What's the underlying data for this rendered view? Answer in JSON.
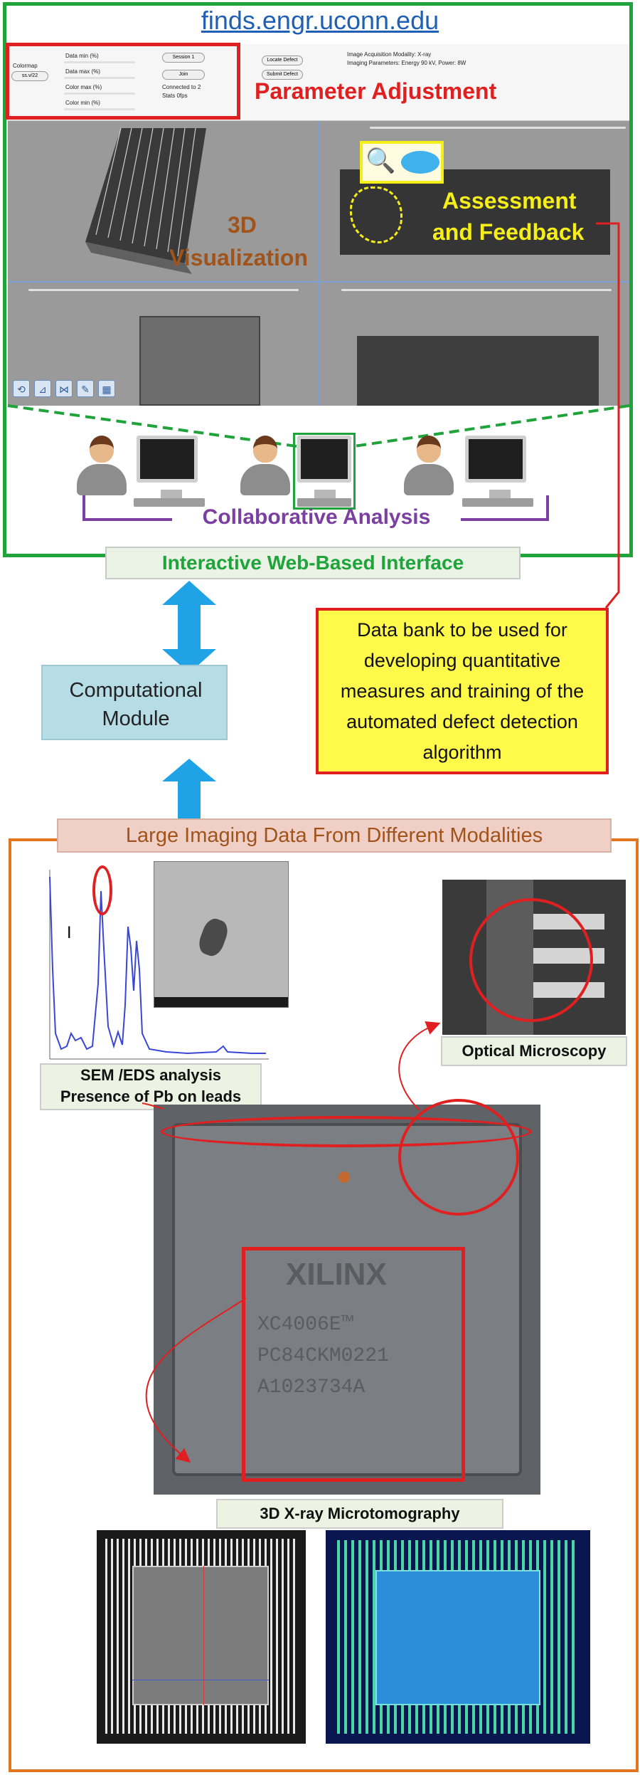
{
  "interface": {
    "url": "finds.engr.uconn.edu",
    "param_label": "Parameter Adjustment",
    "viz_label_line1": "3D",
    "viz_label_line2": "Visualization",
    "assess_line1": "Assessment",
    "assess_line2": "and Feedback",
    "collab_label": "Collaborative Analysis",
    "interface_label": "Interactive Web-Based Interface",
    "controls": {
      "colormap": "Colormap",
      "colormap_value": "ss.v/22",
      "datamin": "Data min (%)",
      "datamax": "Data max (%)",
      "colormax": "Color max (%)",
      "colormin": "Color min (%)",
      "locate_defect": "Locate Defect",
      "submit_defect": "Submit Defect",
      "modality": "Image Acquisition Modality: X-ray",
      "params": "Imaging Parameters: Energy 90 kV, Power: 8W",
      "connected": "Connected to 2",
      "latency": "Stats 0fps",
      "join": "Join",
      "session": "Session 1"
    }
  },
  "data_bank": "Data bank to be used for developing quantitative measures and training of the automated defect detection algorithm",
  "computational": "Computational Module",
  "imaging": {
    "title": "Large Imaging Data From Different Modalities",
    "sem_line1": "SEM /EDS analysis",
    "sem_line2": "Presence of Pb on leads",
    "optical": "Optical Microscopy",
    "xray": "3D X-ray Microtomography",
    "chip_lines": [
      "XILINX",
      "XC4006E™",
      "PC84CKM0221",
      "A1023734A"
    ]
  },
  "colors": {
    "green": "#1fa33a",
    "red": "#e02020",
    "orange": "#e2761f",
    "brown": "#a0541b",
    "yellow": "#f5ee1a",
    "purple": "#7a3fa0",
    "arrow_blue": "#1fa3e6"
  }
}
